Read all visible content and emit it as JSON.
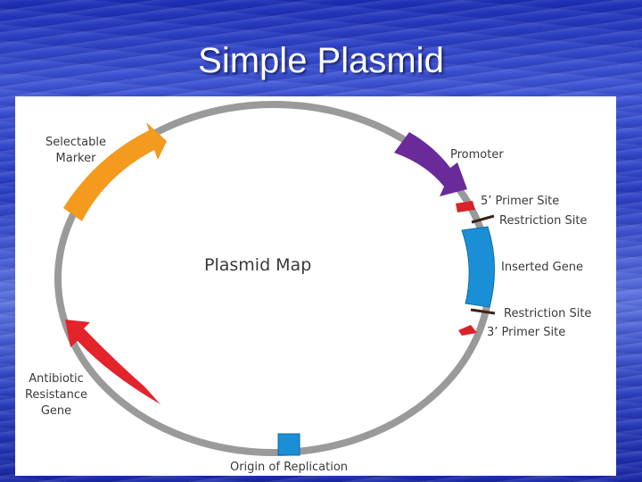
{
  "slide": {
    "title": "Simple Plasmid"
  },
  "diagram": {
    "center_label": "Plasmid Map",
    "labels": {
      "selectable_marker": [
        "Selectable",
        "Marker"
      ],
      "promoter": "Promoter",
      "primer_5": "5’ Primer Site",
      "restriction_site_top": "Restriction Site",
      "inserted_gene": "Inserted Gene",
      "restriction_site_bottom": "Restriction Site",
      "primer_3": "3’ Primer Site",
      "antibiotic_resistance": [
        "Antibiotic",
        "Resistance",
        "Gene"
      ],
      "origin": "Origin of Replication"
    },
    "colors": {
      "ring": "#9a9a9a",
      "selectable_marker": "#f39a1f",
      "promoter": "#6a2a9a",
      "primer": "#d8232a",
      "inserted_gene": "#1b8fd6",
      "restriction": "#3a2418",
      "antibiotic_resistance": "#e3242b",
      "origin": "#1b8fd6"
    }
  }
}
